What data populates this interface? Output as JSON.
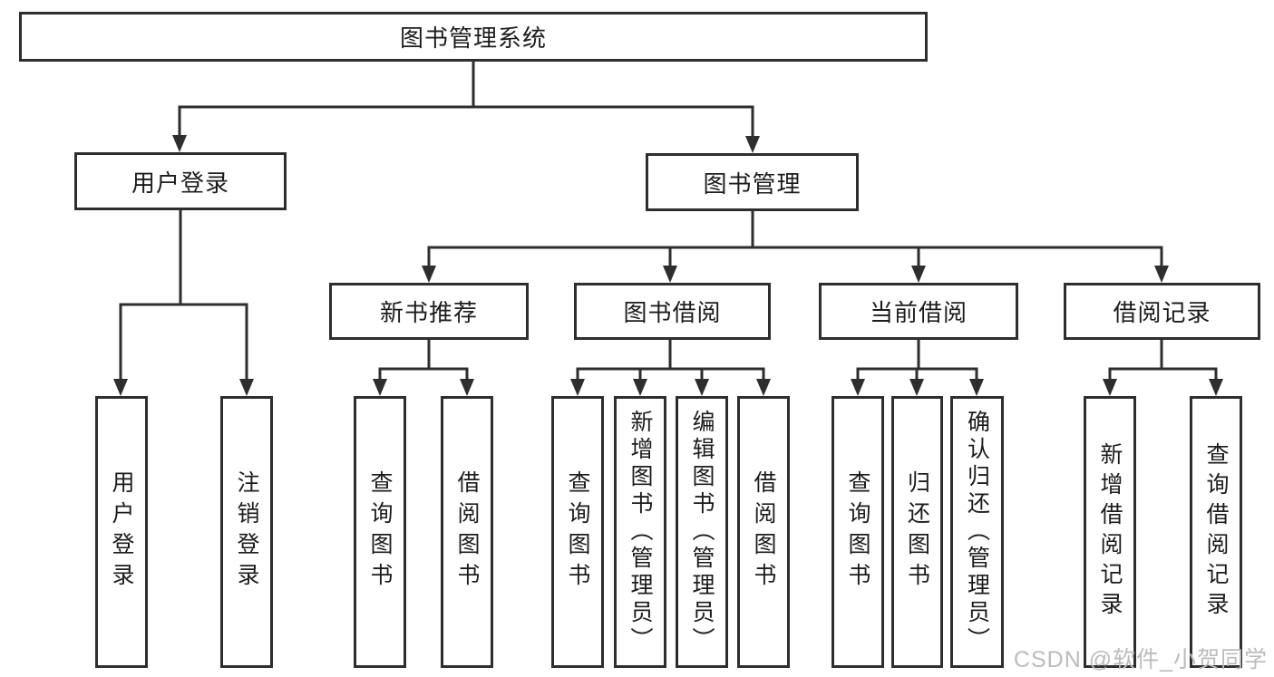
{
  "diagram": {
    "title": "图书管理系统",
    "level2": {
      "user_login": "用户登录",
      "book_mgmt": "图书管理"
    },
    "level3": {
      "new_book": "新书推荐",
      "book_borrow": "图书借阅",
      "current_borrow": "当前借阅",
      "borrow_record": "借阅记录"
    },
    "leaves": {
      "user_login": [
        "用户登录",
        "注销登录"
      ],
      "new_book": [
        "查询图书",
        "借阅图书"
      ],
      "book_borrow": [
        "查询图书",
        "新增图书（管理员）",
        "编辑图书（管理员）",
        "借阅图书"
      ],
      "current_borrow": [
        "查询图书",
        "归还图书",
        "确认归还（管理员）"
      ],
      "borrow_record": [
        "新增借阅记录",
        "查询借阅记录"
      ]
    }
  },
  "watermark": "CSDN @软件_小贺同学",
  "colors": {
    "line": "#2e2e2e",
    "text": "#1c1c1c",
    "watermark": "#bcbcbc",
    "background": "#ffffff"
  }
}
